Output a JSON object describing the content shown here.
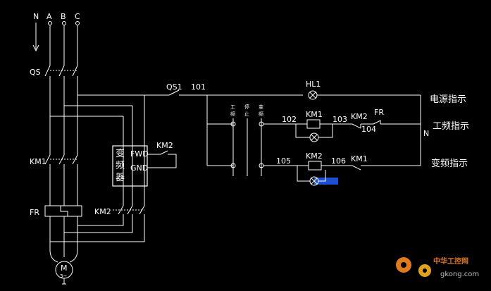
{
  "phases": {
    "n": "N",
    "a": "A",
    "b": "B",
    "c": "C"
  },
  "labels": {
    "qs": "QS",
    "km1_main": "KM1",
    "fr_main": "FR",
    "km2_vfd": "KM2",
    "km2_top": "KM2",
    "motor": "M",
    "motor_sub": "3~",
    "qs1": "QS1",
    "n101": "101",
    "hl1": "HL1",
    "n102": "102",
    "n103": "103",
    "km1_coil": "KM1",
    "km2_nc": "KM2",
    "fr_ctrl": "FR",
    "n104": "104",
    "n105": "105",
    "km2_coil": "KM2",
    "n106": "106",
    "km1_nc": "KM1",
    "n_right": "N"
  },
  "vfd": {
    "name_line1": "变",
    "name_line2": "频",
    "name_line3": "器",
    "fwd": "FWD",
    "gnd": "GND"
  },
  "switch_labels": {
    "gongpin": [
      "工",
      "频"
    ],
    "stop": [
      "停",
      "止"
    ],
    "bianpin": [
      "变",
      "频"
    ]
  },
  "indicators": {
    "power": "电源指示",
    "line": "工频指示",
    "vfd": "变频指示"
  },
  "watermark": {
    "cn": "中华工控网",
    "url": "gkong.com"
  },
  "colors": {
    "background": "#000000",
    "line": "#ffffff",
    "highlight": "#1f4fd1",
    "watermark": "#e07a1a"
  }
}
